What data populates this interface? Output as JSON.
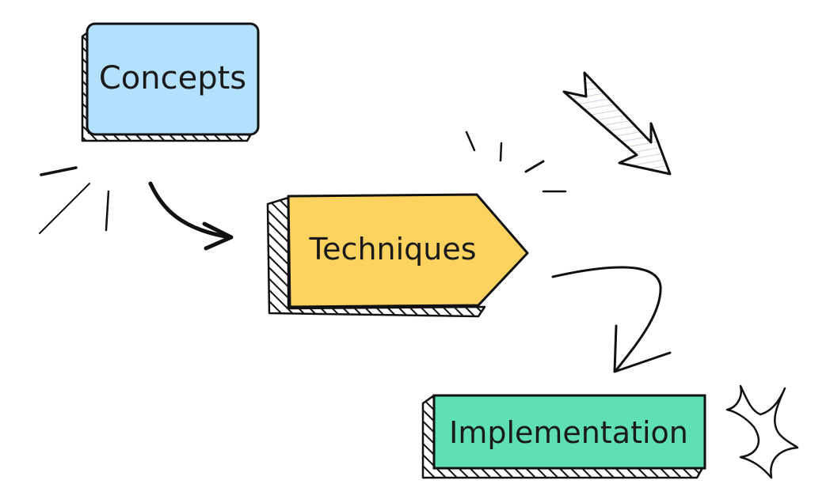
{
  "diagram": {
    "nodes": [
      {
        "id": "concepts",
        "label": "Concepts",
        "shape": "rounded-rectangle",
        "fill": "#b3e0fd"
      },
      {
        "id": "techniques",
        "label": "Techniques",
        "shape": "pentagon-arrow",
        "fill": "#fdd25f"
      },
      {
        "id": "implementation",
        "label": "Implementation",
        "shape": "rectangle",
        "fill": "#5fe0b3"
      }
    ],
    "connectors": [
      {
        "from": "concepts",
        "to": "techniques",
        "style": "curved-arrow"
      },
      {
        "from": "techniques",
        "to": "implementation",
        "style": "curved-arrow"
      }
    ],
    "decorations": [
      {
        "type": "emphasis-lines",
        "near": "concepts"
      },
      {
        "type": "emphasis-lines",
        "near": "techniques"
      },
      {
        "type": "block-arrow",
        "direction": "down-right",
        "fill": "#c8d3e0"
      },
      {
        "type": "star-burst",
        "near": "implementation"
      }
    ],
    "colors": {
      "stroke": "#111111",
      "hatch": "#111111"
    }
  }
}
